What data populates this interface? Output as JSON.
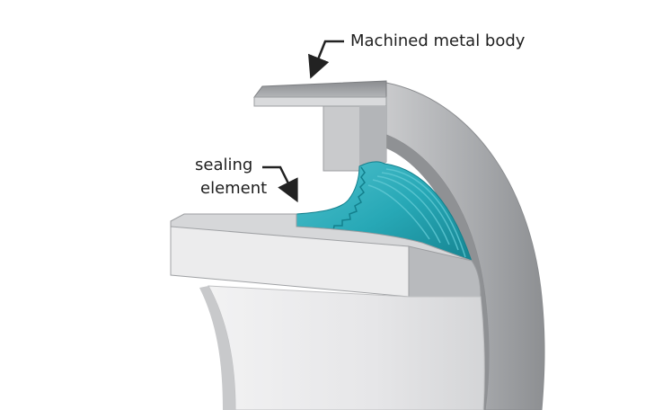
{
  "callouts": {
    "metal_body": "Machined metal body",
    "sealing_line1": "sealing",
    "sealing_line2": "element"
  },
  "colors": {
    "metal_light": "#e9e9ea",
    "metal_mid": "#c7c8ca",
    "metal_dark": "#9c9ea1",
    "metal_shadow": "#7d7f82",
    "seal_teal": "#27a8b6",
    "seal_light": "#5ec8d3",
    "seal_dark": "#13808d",
    "arrow": "#222222",
    "text": "#1e1e1e"
  }
}
